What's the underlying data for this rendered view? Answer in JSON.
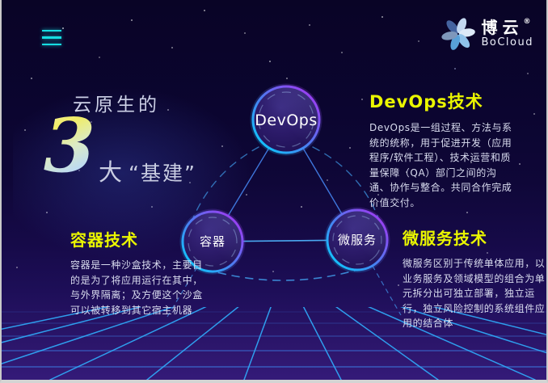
{
  "brand": {
    "name_cn": "博云",
    "name_en": "BoCloud",
    "reg_mark": "®"
  },
  "nav": {
    "menu_icon": "hamburger-menu-icon",
    "logo_icon": "bocloud-flower-icon"
  },
  "hero": {
    "eyebrow": "云原生的",
    "number": "3",
    "unit": "大",
    "quoted": "“基建”"
  },
  "diagram": {
    "nodes": [
      {
        "id": "devops",
        "label": "DevOps"
      },
      {
        "id": "container",
        "label": "容器"
      },
      {
        "id": "microservices",
        "label": "微服务"
      }
    ]
  },
  "sections": [
    {
      "title": "DevOps技术",
      "body": "DevOps是一组过程、方法与系统的统称，用于促进开发（应用程序/软件工程）、技术运营和质量保障（QA）部门之间的沟通、协作与整合。共同合作完成价值交付。"
    },
    {
      "title": "容器技术",
      "body": "容器是一种沙盒技术，主要目的是为了将应用运行在其中，与外界隔离；及方便这个沙盒可以被转移到其它宿主机器"
    },
    {
      "title": "微服务技术",
      "body": "微服务区别于传统单体应用，以业务服务及领域模型的组合为单元拆分出可独立部署，独立运行，独立风险控制的系统组件应用的结合体"
    }
  ],
  "colors": {
    "accent_yellow": "#eaf600",
    "ring_cyan": "#00d8ff",
    "ring_purple": "#b02df2",
    "grid_blue": "#2fa6f5",
    "menu_cyan": "#16dde2",
    "body_text": "#d9dcef",
    "background_top": "#090426",
    "background_bottom": "#341a79"
  }
}
